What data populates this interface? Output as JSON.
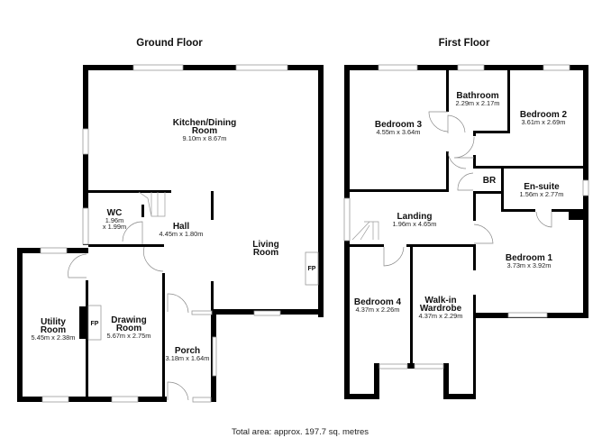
{
  "floors": {
    "ground": {
      "title": "Ground Floor",
      "rooms": {
        "kitchen": {
          "name_line1": "Kitchen/Dining",
          "name_line2": "Room",
          "dims": "9.10m x 8.67m"
        },
        "wc": {
          "name": "WC",
          "dims_line1": "1.96m",
          "dims_line2": "x 1.99m"
        },
        "hall": {
          "name": "Hall",
          "dims": "4.45m x 1.80m"
        },
        "living": {
          "name_line1": "Living",
          "name_line2": "Room",
          "fp": "FP"
        },
        "utility": {
          "name_line1": "Utility",
          "name_line2": "Room",
          "dims": "5.45m x 2.38m"
        },
        "drawing": {
          "name_line1": "Drawing",
          "name_line2": "Room",
          "dims": "5.67m x 2.75m",
          "fp": "FP"
        },
        "porch": {
          "name": "Porch",
          "dims": "3.18m x 1.64m"
        }
      }
    },
    "first": {
      "title": "First Floor",
      "rooms": {
        "bedroom3": {
          "name": "Bedroom 3",
          "dims": "4.55m x 3.64m"
        },
        "bathroom": {
          "name": "Bathroom",
          "dims": "2.29m x 2.17m"
        },
        "bedroom2": {
          "name": "Bedroom 2",
          "dims": "3.61m x 2.69m"
        },
        "br": {
          "name": "BR"
        },
        "ensuite": {
          "name": "En-suite",
          "dims": "1.56m x 2.77m"
        },
        "landing": {
          "name": "Landing",
          "dims": "1.96m x 4.65m"
        },
        "bedroom1": {
          "name": "Bedroom 1",
          "dims": "3.73m x 3.92m"
        },
        "bedroom4": {
          "name": "Bedroom 4",
          "dims": "4.37m x 2.26m"
        },
        "wardrobe": {
          "name_line1": "Walk-in",
          "name_line2": "Wardrobe",
          "dims": "4.37m x 2.29m"
        }
      }
    }
  },
  "footer": {
    "total_area": "Total area: approx. 197.7 sq. metres"
  }
}
